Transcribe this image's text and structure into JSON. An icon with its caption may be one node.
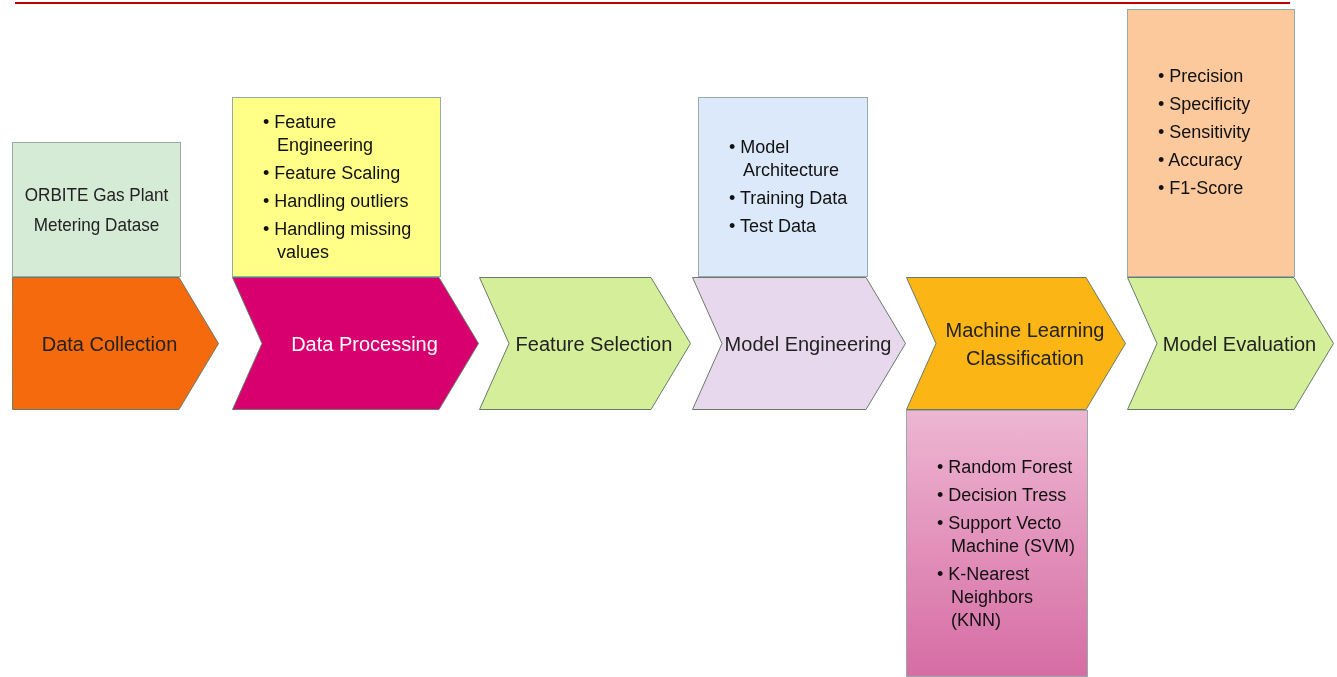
{
  "diagram": {
    "nodes": [
      {
        "text": [
          "ORBITE Gas Plant Metering Datase"
        ]
      },
      {
        "text": [
          "Data Collection"
        ]
      },
      {
        "text": [
          "• Feature Engineering",
          "• Feature Scaling",
          "• Handling outliers",
          "• Handling missing values"
        ]
      },
      {
        "text": [
          "Data Processing"
        ]
      },
      {
        "text": [
          "Feature Selection"
        ]
      },
      {
        "text": [
          "• Model Architecture",
          "• Training Data",
          "• Test Data"
        ]
      },
      {
        "text": [
          "Model Engineering"
        ]
      },
      {
        "text": [
          "Machine Learning Classification"
        ]
      },
      {
        "text": [
          "• Random Forest",
          "• Decision Tress",
          "• Support Vecto Machine (SVM)",
          "• K-Nearest Neighbors (KNN)"
        ]
      },
      {
        "text": [
          "• Precision",
          "• Specificity",
          "• Sensitivity",
          "• Accuracy",
          "• F1-Score"
        ]
      },
      {
        "text": [
          "Model Evaluation"
        ]
      }
    ]
  }
}
